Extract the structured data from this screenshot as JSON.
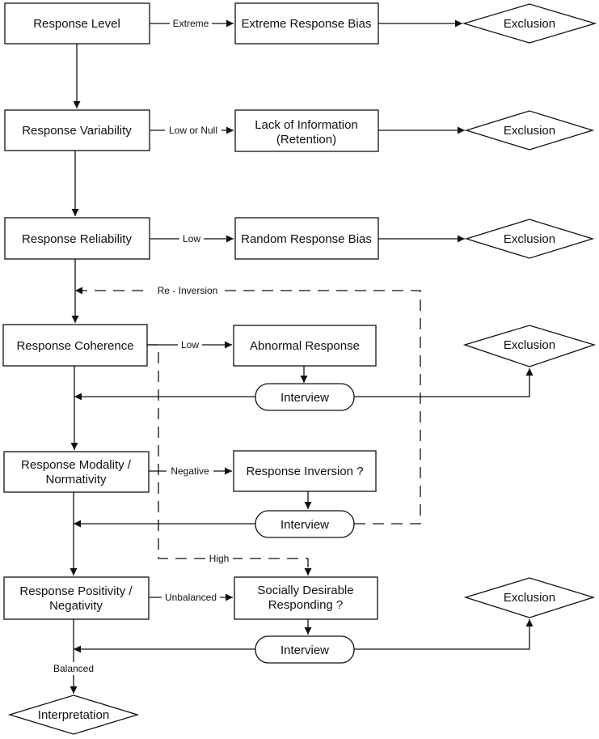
{
  "nodes": {
    "response_level": [
      "Response Level"
    ],
    "response_variability": [
      "Response Variability"
    ],
    "response_reliability": [
      "Response Reliability"
    ],
    "response_coherence": [
      "Response Coherence"
    ],
    "response_modality": [
      "Response Modality /",
      "Normativity"
    ],
    "response_positivity": [
      "Response Positivity /",
      "Negativity"
    ],
    "extreme_response_bias": [
      "Extreme Response Bias"
    ],
    "lack_of_information": [
      "Lack of Information",
      "(Retention)"
    ],
    "random_response_bias": [
      "Random Response Bias"
    ],
    "abnormal_response": [
      "Abnormal Response"
    ],
    "response_inversion": [
      "Response Inversion ?"
    ],
    "socially_desirable": [
      "Socially Desirable",
      "Responding ?"
    ],
    "interview_1": [
      "Interview"
    ],
    "interview_2": [
      "Interview"
    ],
    "interview_3": [
      "Interview"
    ],
    "exclusion_1": [
      "Exclusion"
    ],
    "exclusion_2": [
      "Exclusion"
    ],
    "exclusion_3": [
      "Exclusion"
    ],
    "exclusion_4": [
      "Exclusion"
    ],
    "exclusion_5": [
      "Exclusion"
    ],
    "interpretation": [
      "Interpretation"
    ]
  },
  "edge_labels": {
    "extreme": "Extreme",
    "low_or_null": "Low or Null",
    "low_reliability": "Low",
    "low_coherence": "Low",
    "negative": "Negative",
    "unbalanced": "Unbalanced",
    "re_inversion": "Re - Inversion",
    "high": "High",
    "balanced": "Balanced"
  },
  "colors": {
    "stroke": "#111111",
    "fill": "#ffffff"
  }
}
